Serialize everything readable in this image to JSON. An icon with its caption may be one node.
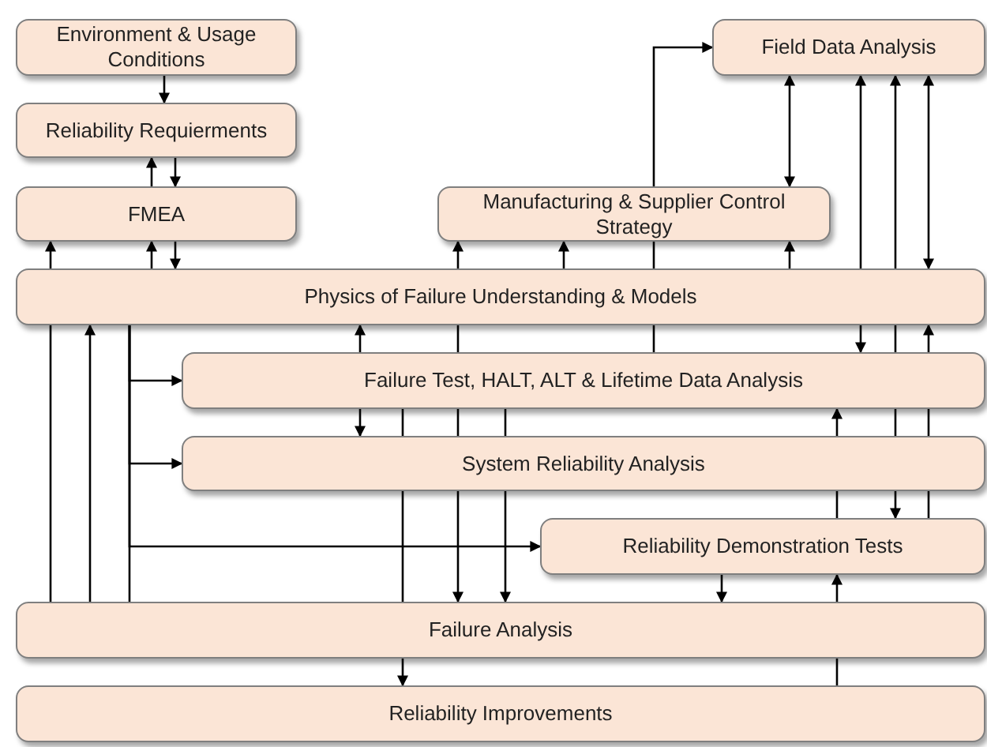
{
  "diagram": {
    "nodes": [
      {
        "text": [
          "Environment & Usage Conditions"
        ]
      },
      {
        "text": [
          "Reliability Requierments"
        ]
      },
      {
        "text": [
          "FMEA"
        ]
      },
      {
        "text": [
          "Manufacturing & Supplier Control Strategy"
        ]
      },
      {
        "text": [
          "Field Data Analysis"
        ]
      },
      {
        "text": [
          "Physics of Failure Understanding & Models"
        ]
      },
      {
        "text": [
          "Failure Test, HALT, ALT & Lifetime Data Analysis"
        ]
      },
      {
        "text": [
          "System Reliability Analysis"
        ]
      },
      {
        "text": [
          "Reliability Demonstration Tests"
        ]
      },
      {
        "text": [
          "Failure Analysis"
        ]
      },
      {
        "text": [
          "Reliability Improvements"
        ]
      }
    ],
    "edges": [
      {
        "from": 0,
        "to": 1,
        "arrow": "to"
      },
      {
        "from": 2,
        "to": 1,
        "arrow": "to"
      },
      {
        "from": 1,
        "to": 2,
        "arrow": "to"
      },
      {
        "from": 9,
        "to": 5,
        "arrow": "none"
      },
      {
        "from": 5,
        "to": 2,
        "arrow": "to"
      },
      {
        "from": 5,
        "to": 2,
        "arrow": "to"
      },
      {
        "from": 2,
        "to": 5,
        "arrow": "to"
      },
      {
        "from": 7,
        "to": 9,
        "arrow": "to"
      },
      {
        "from": 7,
        "to": 6,
        "arrow": "none"
      },
      {
        "from": 6,
        "to": 5,
        "arrow": "none"
      },
      {
        "from": 5,
        "to": 3,
        "arrow": "to"
      },
      {
        "from": 5,
        "to": 3,
        "arrow": "to"
      },
      {
        "from": 5,
        "to": 3,
        "arrow": "to"
      },
      {
        "from": 3,
        "to": 4,
        "arrow": "both"
      },
      {
        "from": 6,
        "to": 5,
        "arrow": "none"
      },
      {
        "from": 5,
        "to": 3,
        "arrow": "none"
      },
      {
        "from": 3,
        "to": 4,
        "arrow": "to"
      },
      {
        "from": 5,
        "to": 4,
        "arrow": "to"
      },
      {
        "from": 5,
        "to": 6,
        "arrow": "to"
      },
      {
        "from": 5,
        "to": 4,
        "arrow": "to"
      },
      {
        "from": 5,
        "to": 6,
        "arrow": "none"
      },
      {
        "from": 6,
        "to": 7,
        "arrow": "none"
      },
      {
        "from": 7,
        "to": 8,
        "arrow": "to"
      },
      {
        "from": 4,
        "to": 5,
        "arrow": "both"
      },
      {
        "from": 8,
        "to": 7,
        "arrow": "none"
      },
      {
        "from": 7,
        "to": 6,
        "arrow": "none"
      },
      {
        "from": 6,
        "to": 5,
        "arrow": "to"
      },
      {
        "from": 6,
        "to": 5,
        "arrow": "to"
      },
      {
        "from": 6,
        "to": 7,
        "arrow": "to"
      },
      {
        "from": 6,
        "to": 7,
        "arrow": "none"
      },
      {
        "from": 7,
        "to": 9,
        "arrow": "to"
      },
      {
        "from": 6,
        "to": 7,
        "arrow": "none"
      },
      {
        "from": 7,
        "to": 9,
        "arrow": "none"
      },
      {
        "from": 9,
        "to": 10,
        "arrow": "to"
      },
      {
        "from": 9,
        "to": 5,
        "arrow": "to"
      },
      {
        "from": 9,
        "to": 5,
        "arrow": "none"
      },
      {
        "from": 5,
        "to": 6,
        "arrow": "to"
      },
      {
        "from": 5,
        "to": 7,
        "arrow": "to"
      },
      {
        "from": 5,
        "to": 8,
        "arrow": "to"
      },
      {
        "from": 8,
        "to": 9,
        "arrow": "to"
      },
      {
        "from": 10,
        "to": 9,
        "arrow": "none"
      },
      {
        "from": 9,
        "to": 8,
        "arrow": "to"
      },
      {
        "from": 8,
        "to": 7,
        "arrow": "none"
      },
      {
        "from": 7,
        "to": 6,
        "arrow": "to"
      }
    ]
  }
}
